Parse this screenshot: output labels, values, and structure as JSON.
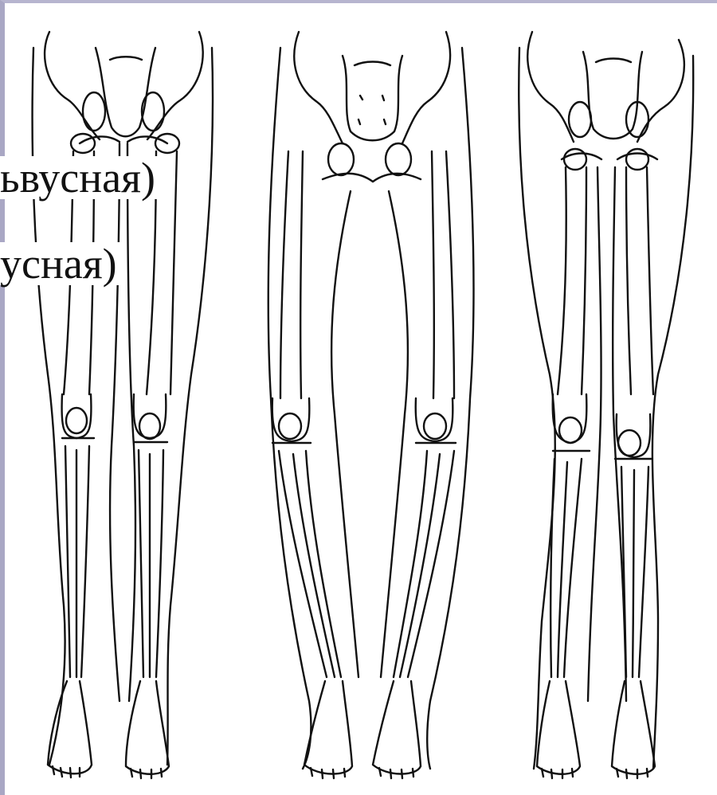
{
  "captions": {
    "line1": "ьвусная)",
    "line2": "усная)"
  },
  "figures": [
    {
      "name": "figure-normal-legs"
    },
    {
      "name": "figure-varus-legs"
    },
    {
      "name": "figure-valgus-legs"
    }
  ],
  "colors": {
    "frame": "#a9a7c4",
    "ink": "#111111",
    "background": "#ffffff"
  }
}
